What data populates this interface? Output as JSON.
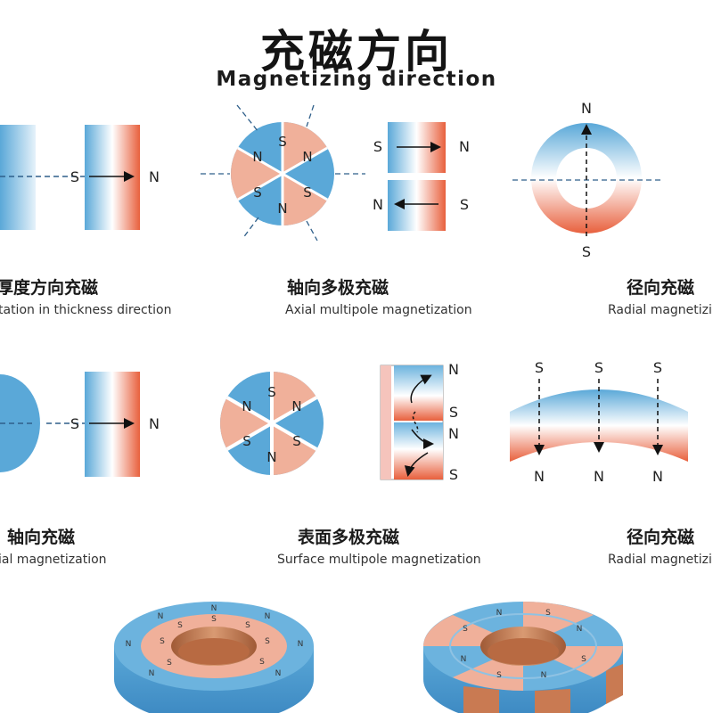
{
  "title": {
    "zh": "充磁方向",
    "en": "Magnetizing direction"
  },
  "captions": {
    "thickness": {
      "zh": "厚度方向充磁",
      "en": "tation in thickness direction"
    },
    "axial_multipole": {
      "zh": "轴向多极充磁",
      "en": "Axial multipole magnetization"
    },
    "radial_top": {
      "zh": "径向充磁",
      "en": "Radial magnetizi"
    },
    "axial": {
      "zh": "轴向充磁",
      "en": "ial magnetization"
    },
    "surface_multipole": {
      "zh": "表面多极充磁",
      "en": "Surface multipole magnetization"
    },
    "radial_arc": {
      "zh": "径向充磁",
      "en": "Radial magnetizi"
    }
  },
  "poles": {
    "north": "N",
    "south": "S"
  },
  "colors": {
    "north": "#e8603d",
    "south": "#5aa8d8",
    "sector_north": "#5aa8d8",
    "sector_south": "#f0b09a",
    "ring_copper": "#c97a52",
    "dash": "#2f5f8a"
  }
}
